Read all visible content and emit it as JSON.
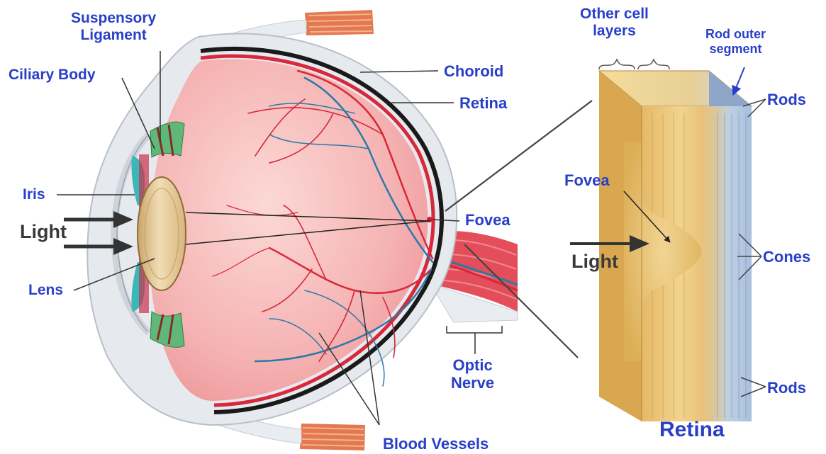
{
  "labels": {
    "suspensory_ligament_1": "Suspensory",
    "suspensory_ligament_2": "Ligament",
    "ciliary_body": "Ciliary Body",
    "choroid": "Choroid",
    "retina": "Retina",
    "iris": "Iris",
    "light_left": "Light",
    "lens": "Lens",
    "fovea_left": "Fovea",
    "optic_nerve_1": "Optic",
    "optic_nerve_2": "Nerve",
    "blood_vessels": "Blood Vessels",
    "other_cell_layers_1": "Other cell",
    "other_cell_layers_2": "layers",
    "rod_outer_segment_1": "Rod outer",
    "rod_outer_segment_2": "segment",
    "rods_top": "Rods",
    "fovea_right": "Fovea",
    "light_right": "Light",
    "cones": "Cones",
    "rods_bottom": "Rods",
    "retina_title": "Retina"
  },
  "colors": {
    "label_blue": "#2a3fc8",
    "sclera": "#e3e6ea",
    "choroid": "#1a1a1a",
    "retina_red": "#d8283a",
    "vitreous": "#f6bcbc",
    "lens": "#e8d2a4",
    "iris": "#3cb7b8",
    "ciliary": "#5fb878",
    "vessel_red": "#d8283a",
    "vessel_blue": "#2a7aa8",
    "muscle": "#e26a4a",
    "retina_block": "#ebc678",
    "cone_layer": "#b9cde4"
  }
}
